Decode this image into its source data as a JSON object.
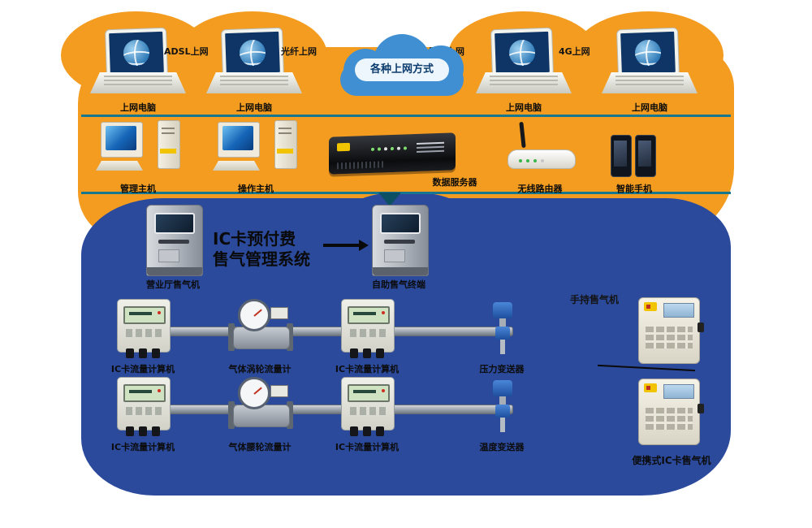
{
  "colors": {
    "orange_bg": "#F49C1F",
    "blue_bg": "#2B4A9C",
    "teal_line": "#16778F",
    "cloud_blue": "#3F8FD2",
    "label_dark": "#0C0C0C"
  },
  "cloud": {
    "label": "各种上网方式"
  },
  "internet": {
    "captions": [
      "ADSL上网",
      "光纤上网",
      "无线上网",
      "4G上网"
    ],
    "laptops": [
      "上网电脑",
      "上网电脑",
      "上网电脑",
      "上网电脑"
    ]
  },
  "center": {
    "workstation1": "管理主机",
    "workstation2": "操作主机",
    "server": "数据服务器",
    "router": "无线路由器",
    "phones": "智能手机"
  },
  "field": {
    "kiosk1": "营业厅售气机",
    "kiosk2": "自助售气终端",
    "headline": "IC卡预付费\n售气管理系统",
    "row1": [
      "IC卡流量计算机",
      "气体涡轮流量计",
      "IC卡流量计算机",
      "压力变送器"
    ],
    "row2": [
      "IC卡流量计算机",
      "气体腰轮流量计",
      "IC卡流量计算机",
      "温度变送器"
    ],
    "portable_top_label": "手持售气机",
    "portable_bottom_label": "便携式IC卡售气机"
  }
}
